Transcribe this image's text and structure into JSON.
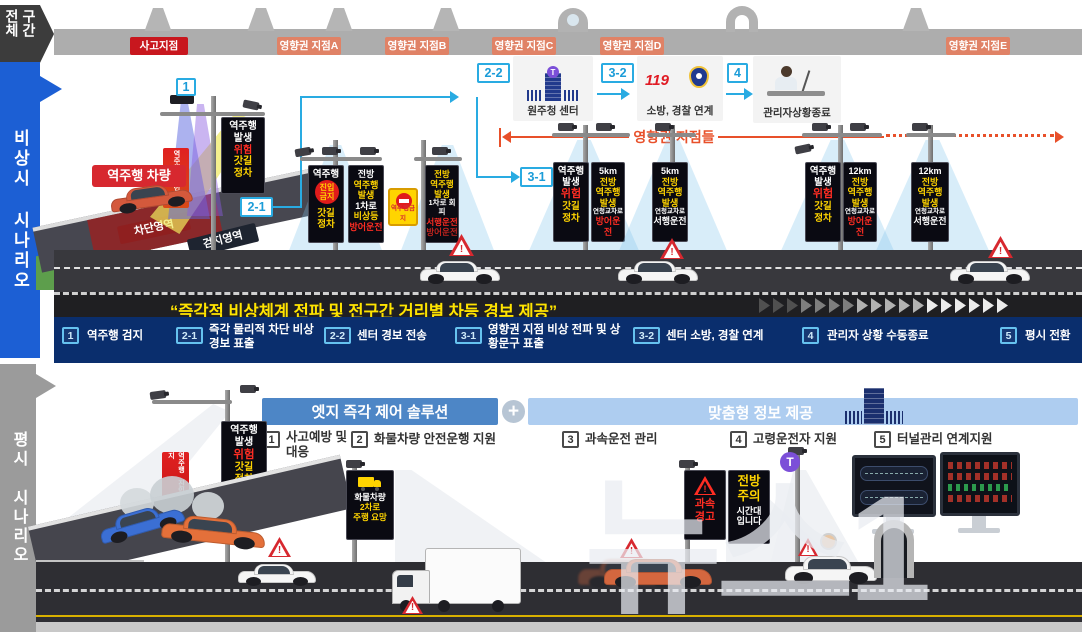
{
  "colors": {
    "accent_cyan": "#29abe2",
    "navy_bar": "#0a2e6d",
    "red": "#d7282f",
    "salmon": "#e08266",
    "sidebar_blue": "#1c5fd4",
    "sidebar_gray": "#9b9b9b",
    "header_blue": "#4d86c6",
    "header_light_blue": "#aecdf0",
    "sign_yellow": "#ffd400",
    "sign_red": "#ff2d23",
    "banner_yellow": "#ffe400",
    "influence_red": "#e8502a"
  },
  "icons": {
    "warning": "!",
    "plus": "+",
    "t": "T"
  },
  "top": {
    "section_tag": "전체 구간",
    "road_labels": [
      {
        "label": "사고지점"
      },
      {
        "label": "영향권 지점A"
      },
      {
        "label": "영향권 지점B"
      },
      {
        "label": "영향권 지점C"
      },
      {
        "label": "영향권 지점D"
      },
      {
        "label": "영향권 지점E"
      }
    ]
  },
  "sidebars": {
    "emergency": "비상시 시나리오",
    "normal": "평시 시나리오"
  },
  "em": {
    "steps": {
      "s1": "1",
      "s21": "2-1",
      "s22": "2-2",
      "s31": "3-1",
      "s32": "3-2",
      "s4": "4"
    },
    "flow": {
      "center": "원주청 센터",
      "fire119": "119",
      "fire": "소방, 경찰 연계",
      "manager": "관리자상황종료"
    },
    "influence": "영향권 지점들",
    "accident": {
      "vehicle": "역주행 차량",
      "block": "차단영역",
      "detect": "검지영역",
      "vsign": "역주행 진입금지",
      "noentry_board": "역주행금지"
    },
    "signs": {
      "e1": {
        "l1": "역주행",
        "l2": "발생",
        "l3": "위험",
        "l4": "갓길",
        "l5": "정차"
      },
      "e2": {
        "l1": "역주행",
        "l2": "진입",
        "l3": "금지",
        "l4": "갓길",
        "l5": "정차"
      },
      "e3": {
        "l1": "전방",
        "l2": "역주행",
        "l3": "발생",
        "l4": "1차로",
        "l5": "비상등",
        "l6": "방어운전"
      },
      "e5": {
        "l1": "전방",
        "l2": "역주행",
        "l3": "발생",
        "l4": "1차로 회피",
        "l5": "서행운전",
        "l6": "방어운전"
      },
      "e7": {
        "l1": "5km",
        "l2": "전방",
        "l3": "역주행",
        "l4": "발생",
        "l5": "연청교차로",
        "l6": "방어운전"
      },
      "e8": {
        "l1": "5km",
        "l2": "전방",
        "l3": "역주행",
        "l4": "발생",
        "l5": "연청교차로",
        "l6": "서행운전"
      },
      "e10": {
        "l1": "12km",
        "l2": "전방",
        "l3": "역주행",
        "l4": "발생",
        "l5": "연청교차로",
        "l6": "방어운전"
      },
      "e11": {
        "l1": "12km",
        "l2": "전방",
        "l3": "역주행",
        "l4": "발생",
        "l5": "연청교차로",
        "l6": "서행운전"
      }
    },
    "banner": "“즉각적 비상체계 전파 및 전구간 거리별 차등 경보 제공”",
    "legend": [
      {
        "num": "1",
        "label": "역주행 검지"
      },
      {
        "num": "2-1",
        "label": "즉각 물리적 차단 비상경보 표출"
      },
      {
        "num": "2-2",
        "label": "센터 경보 전송"
      },
      {
        "num": "3-1",
        "label": "영향권 지점 비상 전파 및 상황문구 표출"
      },
      {
        "num": "3-2",
        "label": "센터 소방, 경찰 연계"
      },
      {
        "num": "4",
        "label": "관리자 상황 수동종료"
      },
      {
        "num": "5",
        "label": "평시 전환"
      }
    ]
  },
  "nm": {
    "header_edge": "엣지 즉각 제어 솔루션",
    "header_custom": "맞춤형 정보 제공",
    "items": [
      {
        "num": "1",
        "label": "사고예방 및 대응"
      },
      {
        "num": "2",
        "label": "화물차량 안전운행 지원"
      },
      {
        "num": "3",
        "label": "과속운전 관리"
      },
      {
        "num": "4",
        "label": "고령운전자 지원"
      },
      {
        "num": "5",
        "label": "터널관리 연계지원"
      }
    ],
    "signs": {
      "n1": {
        "l1": "역주행",
        "l2": "발생",
        "l3": "위험",
        "l4": "갓길",
        "l5": "정차"
      },
      "n2": {
        "l1": "화물차량",
        "l2": "2차로",
        "l3": "주행 요망"
      },
      "n3": {
        "l1": "과속",
        "l2": "경고"
      },
      "n4": {
        "l1": "전방",
        "l2": "주의",
        "l3": "시간대",
        "l4": "입니다"
      }
    },
    "vsign": "역주행 진입금지"
  },
  "watermark": "뉴스1"
}
